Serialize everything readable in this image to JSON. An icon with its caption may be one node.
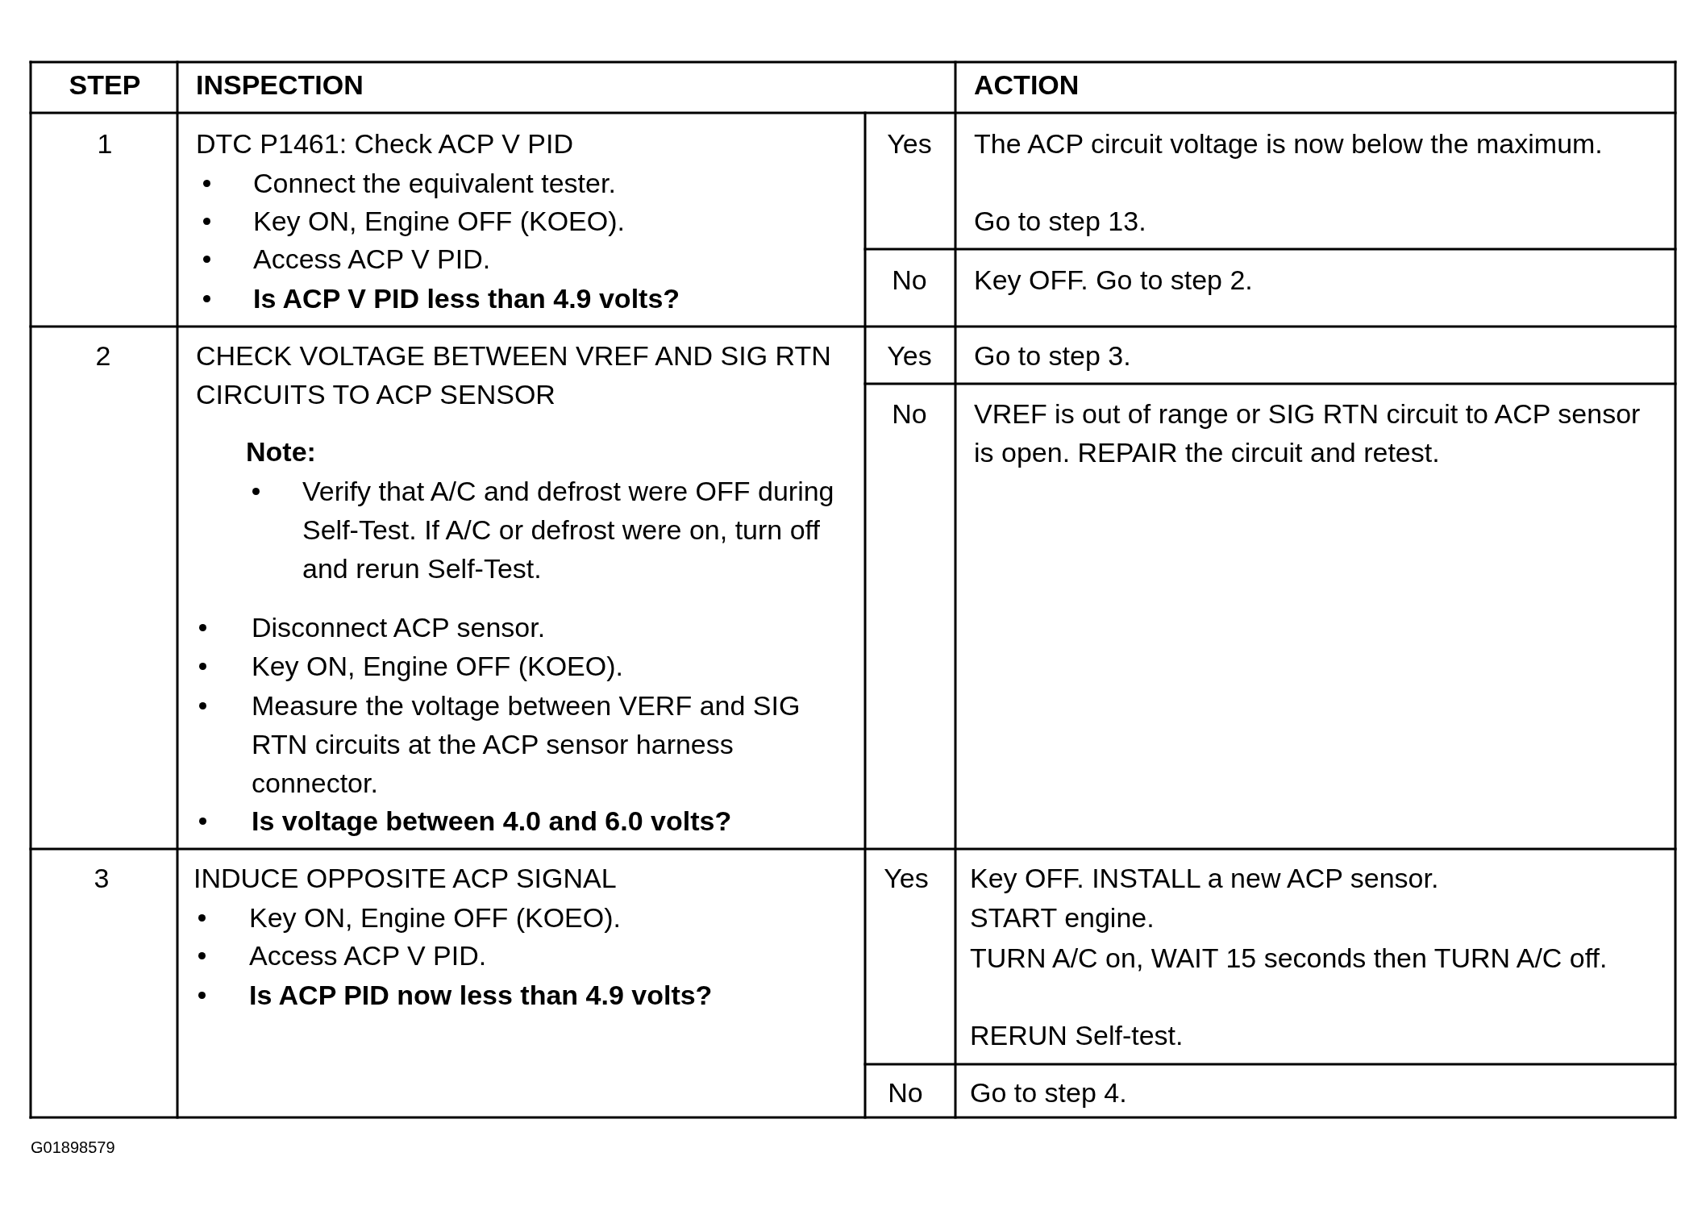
{
  "diagram": {
    "labels": [
      "STEP",
      "INSPECTION",
      "ACTION",
      "1",
      "DTC P1461: Check ACP V PID",
      "Connect the equivalent tester.",
      "Key ON, Engine OFF (KOEO).",
      "Access ACP V PID.",
      "Is ACP V PID less than 4.9 volts?",
      "Yes",
      "The ACP circuit voltage is now below the maximum.",
      "Go to step 13.",
      "No",
      "Key OFF. Go to step 2.",
      "2",
      "CHECK VOLTAGE BETWEEN VREF AND SIG RTN CIRCUITS TO ACP SENSOR",
      "Note:",
      "Verify that A/C and defrost were OFF during Self-Test. If A/C or defrost were on, turn off and rerun Self-Test.",
      "Disconnect ACP sensor.",
      "Key ON, Engine OFF (KOEO).",
      "Measure the voltage between VERF and SIG RTN circuits at the ACP sensor harness connector.",
      "Is voltage between 4.0 and 6.0 volts?",
      "Yes",
      "Go to step 3.",
      "No",
      "VREF is out of range or SIG RTN circuit to ACP sensor is open. REPAIR the circuit and retest.",
      "3",
      "INDUCE OPPOSITE ACP SIGNAL",
      "Key ON, Engine OFF (KOEO).",
      "Access ACP V PID.",
      "Is ACP PID now less than 4.9 volts?",
      "Yes",
      "Key OFF. INSTALL a new ACP sensor.",
      "START engine.",
      "TURN A/C on, WAIT 15 seconds then TURN A/C off.",
      "RERUN Self-test.",
      "No",
      "Go to step 4.",
      "G01898579"
    ]
  }
}
